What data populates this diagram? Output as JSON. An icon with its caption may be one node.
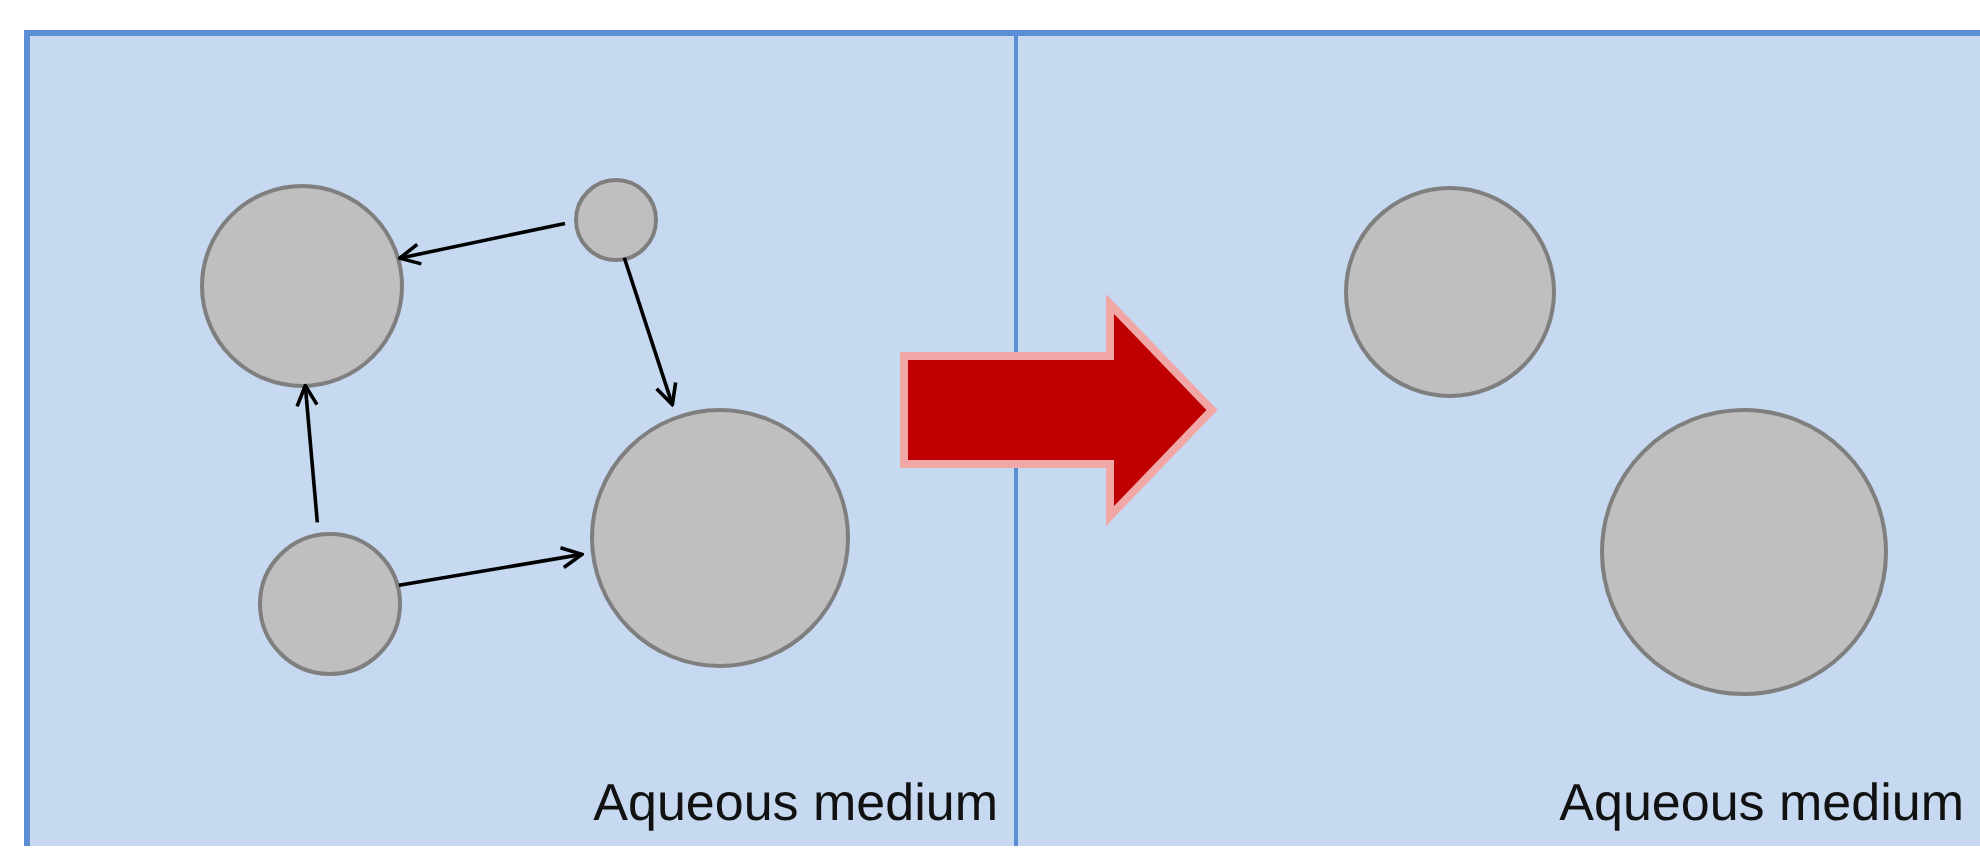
{
  "diagram": {
    "nodes": [
      {
        "text": [
          "Aqueous medium"
        ]
      },
      {
        "text": [],
        "shape": "circle",
        "in": 0
      },
      {
        "text": [],
        "shape": "circle",
        "in": 0
      },
      {
        "text": [],
        "shape": "circle",
        "in": 0
      },
      {
        "text": [],
        "shape": "circle",
        "in": 0
      },
      {
        "text": [
          "Aqueous medium"
        ]
      },
      {
        "text": [],
        "shape": "circle",
        "in": 5
      },
      {
        "text": [],
        "shape": "circle",
        "in": 5
      }
    ],
    "edges": [
      {
        "from": 2,
        "to": 1,
        "arrow": "to"
      },
      {
        "from": 2,
        "to": 3,
        "arrow": "to"
      },
      {
        "from": 4,
        "to": 1,
        "arrow": "to"
      },
      {
        "from": 4,
        "to": 3,
        "arrow": "to"
      },
      {
        "from": 0,
        "to": 5,
        "arrow": "to",
        "style": "thick",
        "color": "#c00000"
      }
    ]
  }
}
